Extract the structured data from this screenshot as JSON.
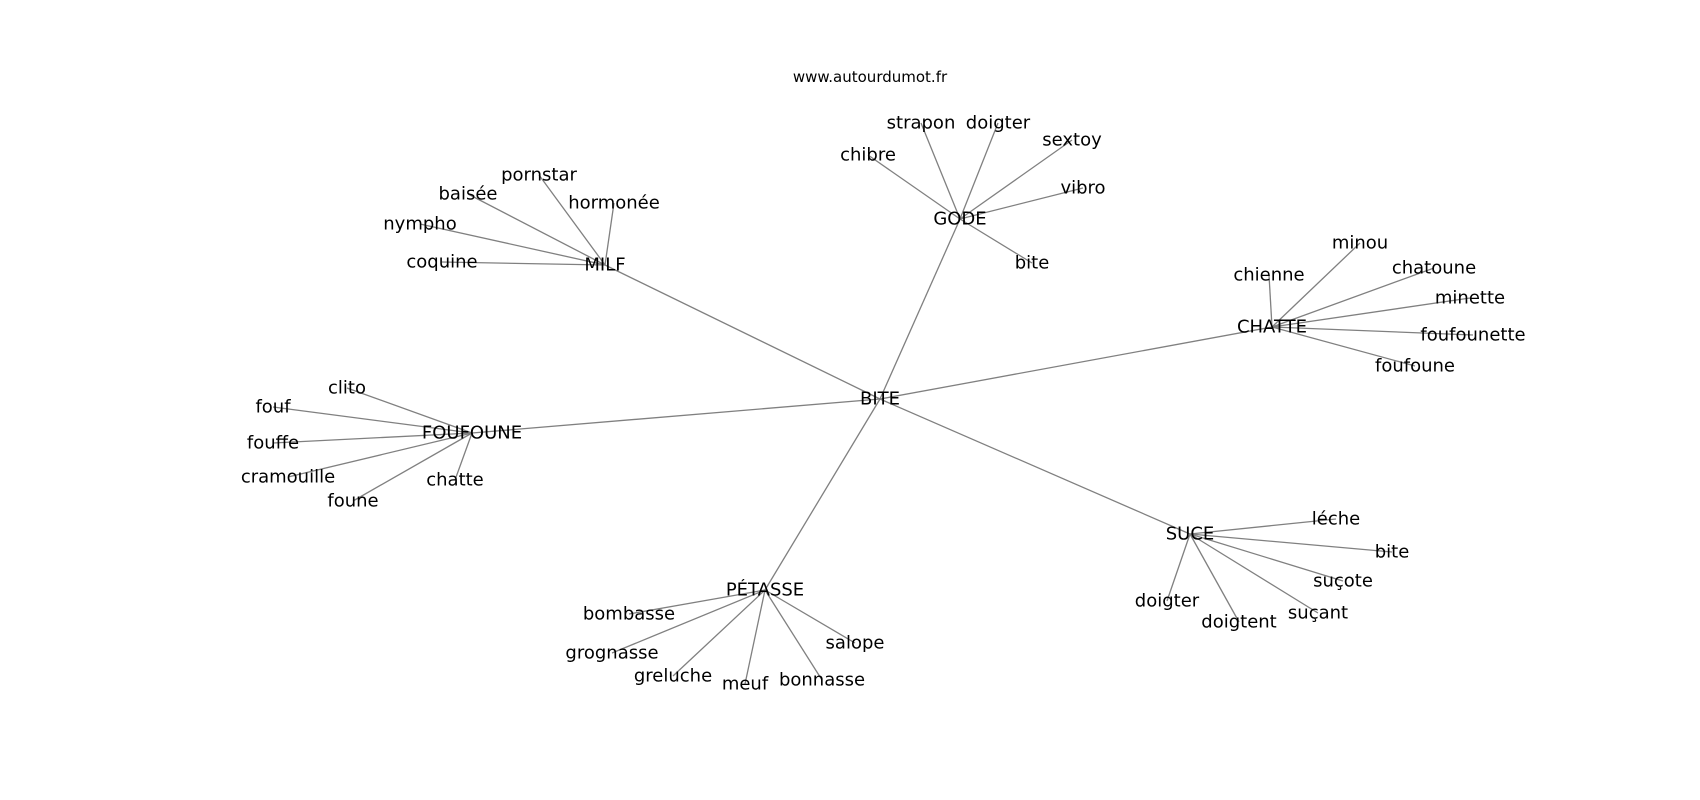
{
  "source": "www.autourdumot.fr",
  "graph": {
    "root": "BITE",
    "clusters": [
      {
        "hub": "GODE",
        "words": [
          "strapon",
          "doigter",
          "sextoy",
          "chibre",
          "vibro",
          "bite"
        ]
      },
      {
        "hub": "MILF",
        "words": [
          "pornstar",
          "baisée",
          "hormonée",
          "nympho",
          "coquine"
        ]
      },
      {
        "hub": "CHATTE",
        "words": [
          "minou",
          "chienne",
          "chatoune",
          "minette",
          "foufounette",
          "foufoune"
        ]
      },
      {
        "hub": "FOUFOUNE",
        "words": [
          "clito",
          "fouf",
          "fouffe",
          "cramouille",
          "chatte",
          "foune"
        ]
      },
      {
        "hub": "SUCE",
        "words": [
          "léche",
          "bite",
          "suçote",
          "doigter",
          "suçant",
          "doigtent"
        ]
      },
      {
        "hub": "PÉTASSE",
        "words": [
          "bombasse",
          "salope",
          "grognasse",
          "greluche",
          "meuf",
          "bonnasse"
        ]
      }
    ]
  }
}
